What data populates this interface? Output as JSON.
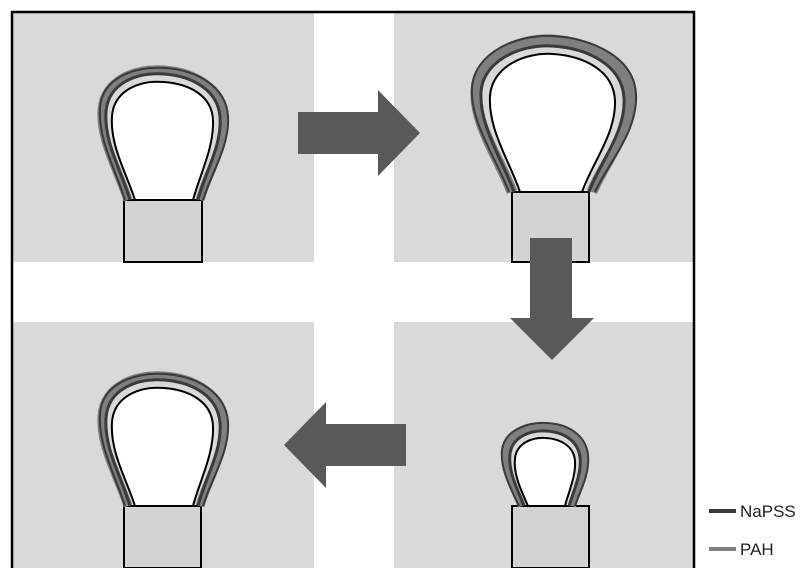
{
  "colors": {
    "panel": "#d9d9d9",
    "gap": "#ffffff",
    "frame": "#000000",
    "arrow": "#595959",
    "tube": "#d3d3d3",
    "napss": "#3a3a3a",
    "pah": "#7f7f7f"
  },
  "panels": [
    {
      "id": "top-left",
      "bubble": "initial"
    },
    {
      "id": "top-right",
      "bubble": "expanded"
    },
    {
      "id": "bottom-right",
      "bubble": "contracted"
    },
    {
      "id": "bottom-left",
      "bubble": "restored"
    }
  ],
  "arrows": [
    {
      "from": "top-left",
      "to": "top-right",
      "direction": "right"
    },
    {
      "from": "top-right",
      "to": "bottom-right",
      "direction": "down"
    },
    {
      "from": "bottom-right",
      "to": "bottom-left",
      "direction": "left"
    }
  ],
  "legend": [
    {
      "label": "NaPSS",
      "color": "#3a3a3a"
    },
    {
      "label": "PAH",
      "color": "#7f7f7f"
    }
  ]
}
